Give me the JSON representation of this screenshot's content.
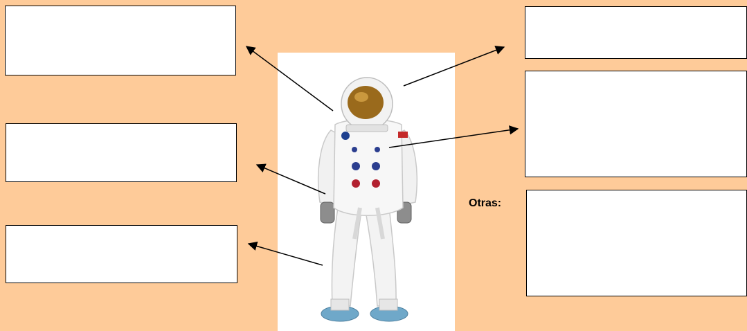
{
  "figure": {
    "other_label": "Otras:",
    "colors": {
      "background": "#FECB99",
      "box_fill": "#FFFFFF",
      "box_border": "#000000",
      "arrow": "#000000"
    },
    "subject_icon": "astronaut-spacesuit-icon",
    "answer_boxes": [
      {
        "id": "left-1",
        "text": ""
      },
      {
        "id": "left-2",
        "text": ""
      },
      {
        "id": "left-3",
        "text": ""
      },
      {
        "id": "right-1",
        "text": ""
      },
      {
        "id": "right-2",
        "text": ""
      },
      {
        "id": "right-3",
        "text": ""
      }
    ]
  }
}
